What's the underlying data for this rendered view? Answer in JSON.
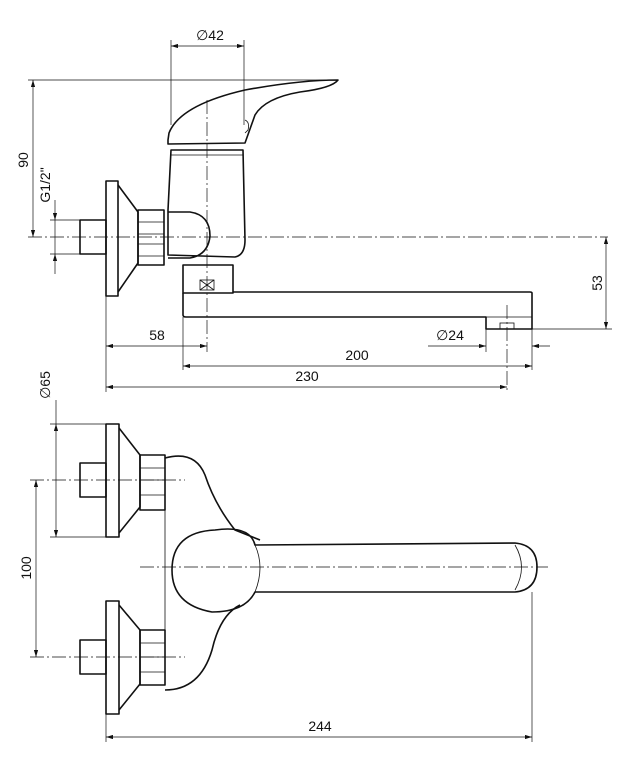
{
  "drawing": {
    "side_view": {
      "dim_handle_diameter": "∅42",
      "dim_height": "90",
      "dim_thread": "G1/2\"",
      "dim_spout_height": "53",
      "dim_wall_to_axis": "58",
      "dim_aerator_diameter": "∅24",
      "dim_spout_length": "200",
      "dim_wall_to_outlet": "230"
    },
    "top_view": {
      "dim_flange_diameter": "∅65",
      "dim_inlet_spacing": "100",
      "dim_total_length": "244"
    }
  }
}
